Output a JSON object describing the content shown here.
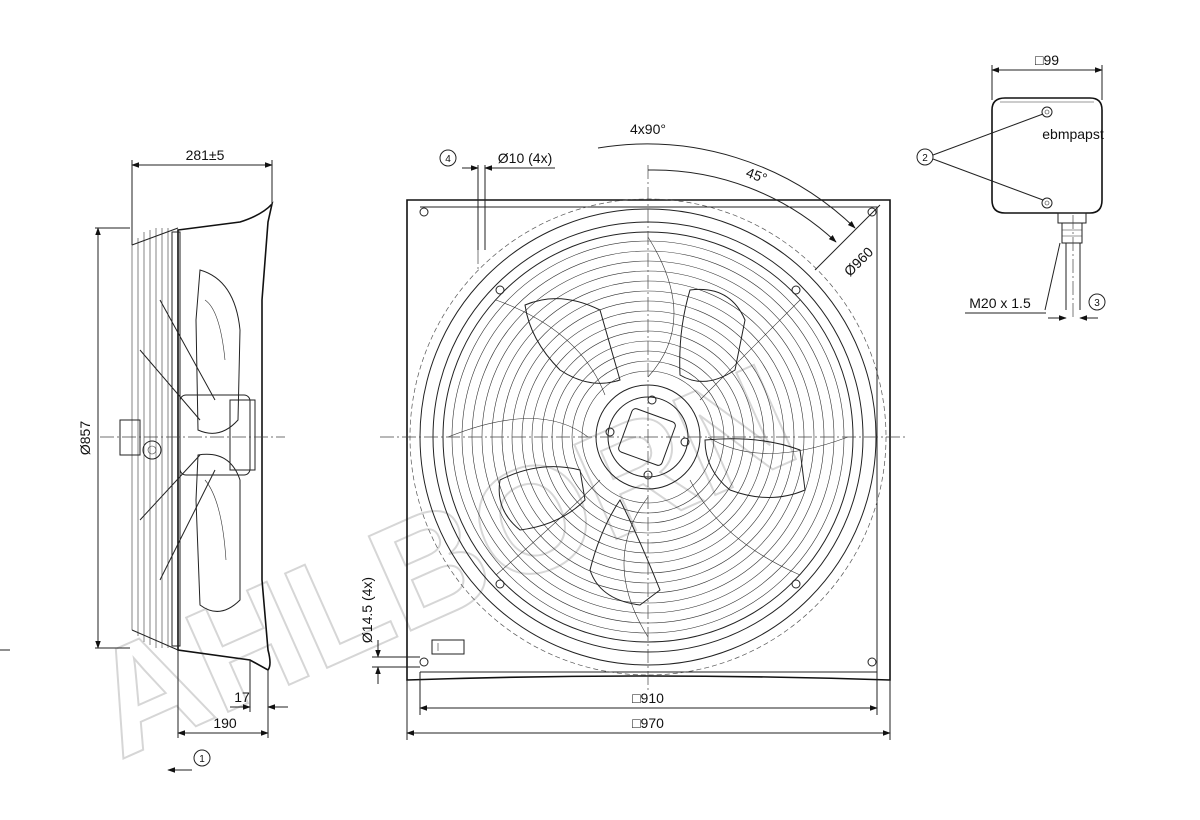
{
  "watermark": "AHLBORN",
  "side_view": {
    "depth_label": "281±5",
    "diameter_label": "Ø857",
    "offset_label": "17",
    "base_depth_label": "190",
    "callout_airflow": "1"
  },
  "front_view": {
    "rotation_label": "4x90°",
    "angle_label": "45°",
    "bolt_circle_label": "Ø960",
    "hole_label": "Ø10 (4x)",
    "callout_hole": "4",
    "mount_hole_label": "Ø14.5 (4x)",
    "inner_square_label": "□910",
    "outer_square_label": "□970"
  },
  "terminal_box": {
    "size_label": "□99",
    "callout_screws": "2",
    "callout_gland": "3",
    "thread_label": "M20 x 1.5",
    "brand_label": "ebmpapst"
  }
}
